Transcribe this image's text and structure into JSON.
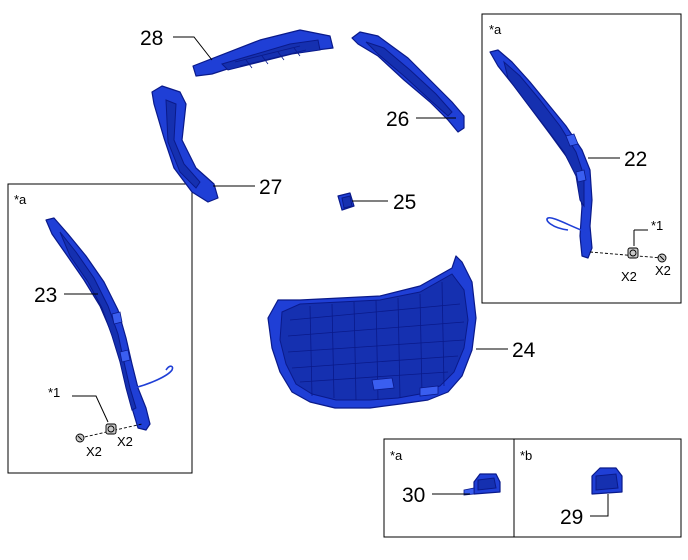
{
  "callouts": {
    "p22": "22",
    "p23": "23",
    "p24": "24",
    "p25": "25",
    "p26": "26",
    "p27": "27",
    "p28": "28",
    "p29": "29",
    "p30": "30"
  },
  "notes": {
    "star_a": "*a",
    "star_b": "*b",
    "star_1": "*1",
    "qty_x2": "X2"
  },
  "colors": {
    "part_fill": "#1f3fd6",
    "part_outline": "#0a1a8a",
    "fastener": "#c9c9c9"
  }
}
